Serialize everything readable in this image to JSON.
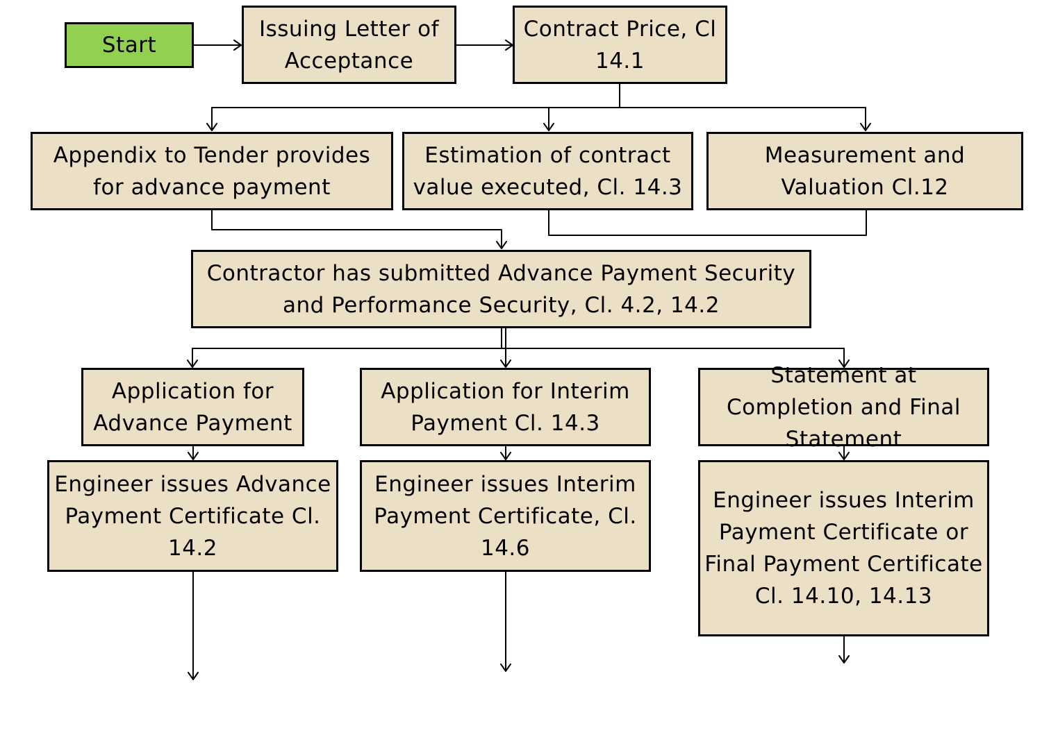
{
  "colors": {
    "box_fill": "#ebdfc5",
    "start_fill": "#92d050",
    "border": "#000000",
    "line": "#000000"
  },
  "nodes": {
    "start": "Start",
    "issuing_letter": "Issuing Letter of Acceptance",
    "contract_price": "Contract Price, Cl 14.1",
    "appendix_tender": "Appendix to Tender provides for advance payment",
    "estimation": "Estimation of contract value executed, Cl. 14.3",
    "measurement": "Measurement and Valuation Cl.12",
    "contractor_security": "Contractor has submitted Advance Payment Security and Performance Security, Cl. 4.2, 14.2",
    "app_advance": "Application for Advance Payment",
    "app_interim": "Application for Interim Payment Cl. 14.3",
    "statement_completion": "Statement at Completion and Final Statement",
    "cert_advance": "Engineer issues Advance Payment Certificate Cl. 14.2",
    "cert_interim": "Engineer issues Interim Payment Certificate, Cl. 14.6",
    "cert_final": "Engineer issues Interim Payment Certificate or Final Payment Certificate Cl. 14.10, 14.13"
  },
  "edges": [
    {
      "from": "start",
      "to": "issuing_letter"
    },
    {
      "from": "issuing_letter",
      "to": "contract_price"
    },
    {
      "from": "contract_price",
      "to": "appendix_tender"
    },
    {
      "from": "contract_price",
      "to": "estimation"
    },
    {
      "from": "contract_price",
      "to": "measurement"
    },
    {
      "from": "appendix_tender",
      "to": "contractor_security"
    },
    {
      "from": "measurement",
      "to": "estimation"
    },
    {
      "from": "contractor_security",
      "to": "app_advance"
    },
    {
      "from": "contractor_security",
      "to": "app_interim"
    },
    {
      "from": "contractor_security",
      "to": "statement_completion"
    },
    {
      "from": "app_advance",
      "to": "cert_advance"
    },
    {
      "from": "app_interim",
      "to": "cert_interim"
    },
    {
      "from": "statement_completion",
      "to": "cert_final"
    }
  ]
}
